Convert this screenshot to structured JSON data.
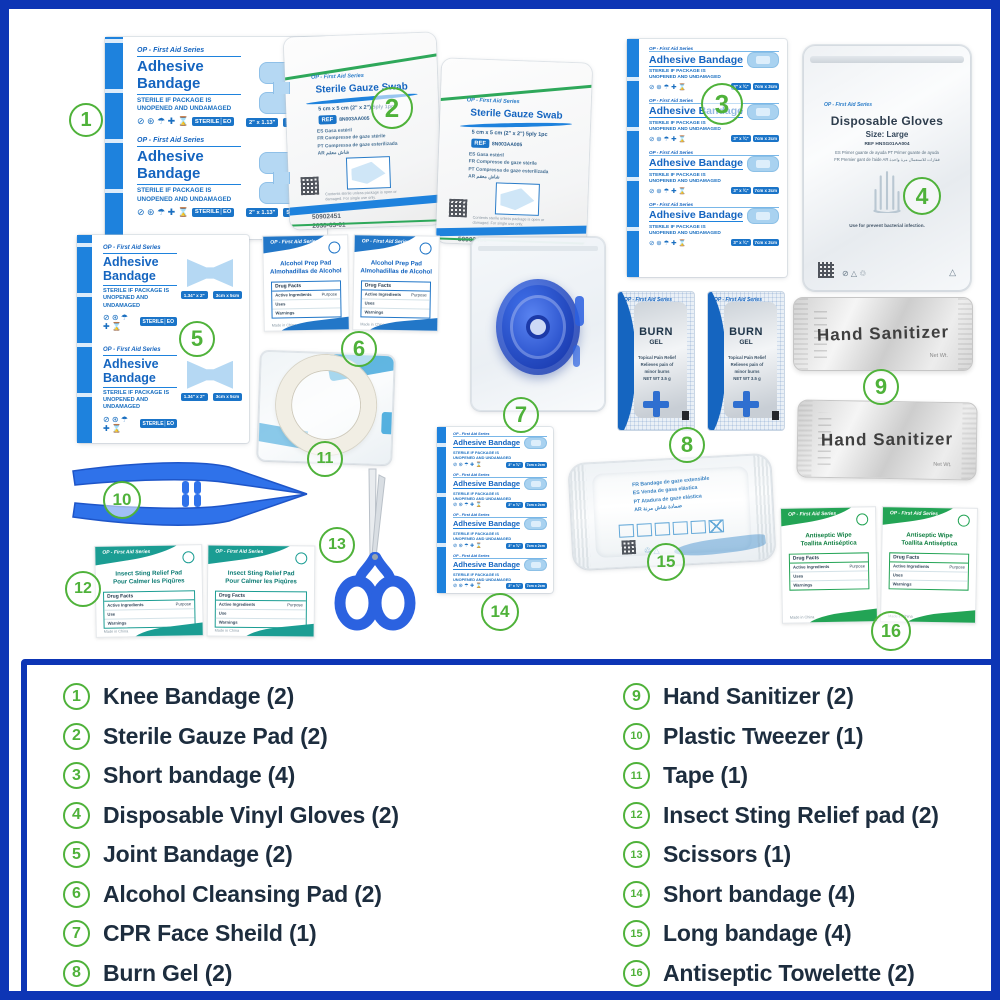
{
  "colors": {
    "brand_blue": "#0d35b5",
    "accent_green": "#4fb23a",
    "pkg_blue": "#1e82dd",
    "title_blue": "#1565c0",
    "text_navy": "#1d2d3e",
    "teal": "#1b9d93",
    "wipe_green": "#23a455",
    "scissor_blue": "#2b62e0"
  },
  "markers": [
    "1",
    "2",
    "3",
    "4",
    "5",
    "6",
    "7",
    "8",
    "9",
    "10",
    "11",
    "12",
    "13",
    "14",
    "15",
    "16"
  ],
  "legend": {
    "items": [
      {
        "num": "1",
        "label": "Knee Bandage (2)"
      },
      {
        "num": "2",
        "label": "Sterile Gauze Pad (2)"
      },
      {
        "num": "3",
        "label": "Short bandage (4)"
      },
      {
        "num": "4",
        "label": "Disposable Vinyl Gloves (2)"
      },
      {
        "num": "5",
        "label": "Joint Bandage (2)"
      },
      {
        "num": "6",
        "label": "Alcohol Cleansing Pad (2)"
      },
      {
        "num": "7",
        "label": "CPR Face Sheild (1)"
      },
      {
        "num": "8",
        "label": "Burn Gel (2)"
      },
      {
        "num": "9",
        "label": "Hand Sanitizer (2)"
      },
      {
        "num": "10",
        "label": "Plastic Tweezer (1)"
      },
      {
        "num": "11",
        "label": "Tape (1)"
      },
      {
        "num": "12",
        "label": "Insect Sting Relief pad (2)"
      },
      {
        "num": "13",
        "label": "Scissors (1)"
      },
      {
        "num": "14",
        "label": "Short bandage (4)"
      },
      {
        "num": "15",
        "label": "Long bandage (4)"
      },
      {
        "num": "16",
        "label": "Antiseptic Towelette (2)"
      }
    ]
  },
  "packages": {
    "brand": "OP - First Aid Series",
    "adhesive": {
      "title": "Adhesive Bandage",
      "sterile1": "STERILE IF PACKAGE IS",
      "sterile2": "UNOPENED AND UNDAMAGED",
      "symbols": "⊘ ⊛ ☂ ✚ ⌛",
      "sterile_chip": "STERILE│EO",
      "knee_in": "2\" x 1.13\"",
      "knee_cm": "5cm x 3cm",
      "short_in": "3\" x ¾\"",
      "short_cm": "7cm x 2cm",
      "joint_in": "1.34\" x 2\"",
      "joint_cm": "3cm x 5cm"
    },
    "gauze": {
      "title": "Sterile Gauze Swab",
      "size": "5 cm x 5 cm (2\" x 2\")  5ply  1pc",
      "ref": "REF",
      "ref_code": "8N003AA005",
      "lang1": "ES   Gasa estéril",
      "lang2": "FR   Compresse de gaze stérile",
      "lang3": "PT   Compressa de gaze esterilizada",
      "lang4": "AR   شاش معقم",
      "note": "Contents sterile unless package is open or damaged. For single use only.",
      "lot": "50902451",
      "exp": "2030-03-01"
    },
    "gloves": {
      "title": "Disposable Gloves",
      "size": "Size: Large",
      "ref": "REF  HNSG01AA004",
      "lang1": "ES  Primer guante de ayuda    PT  Primer guante de ayuda",
      "lang2": "FR  Premier gant de l'aide    AR  قفازات للاستعمال مرة واحدة",
      "note": "Use for prevent bacterial infection.",
      "symbols": "⊘ △ ♲"
    },
    "alcohol": {
      "title1": "Alcohol Prep Pad",
      "title2": "Almohadillas de Alcohol",
      "drug_facts": "Drug Facts",
      "active": "Active Ingredients",
      "purpose": "Purpose",
      "uses": "Uses",
      "warnings": "Warnings",
      "made": "Made in China"
    },
    "burn": {
      "title": "BURN",
      "subtitle": "GEL",
      "line1": "Topical Pain Relief",
      "line2": "Relieves pain of",
      "line3": "minor burns",
      "net": "NET WT 3.5 g"
    },
    "sanitizer": {
      "title": "Hand Sanitizer",
      "net": "Net Wt."
    },
    "insect": {
      "title1": "Insect Sting Relief Pad",
      "title2": "Pour Calmer les Piqûres",
      "drug_facts": "Drug Facts",
      "active": "Active Ingredients",
      "purpose": "Purpose",
      "uses": "Use",
      "warnings": "Warnings",
      "made": "Made in China"
    },
    "antiseptic": {
      "title1": "Antiseptic Wipe",
      "title2": "Toallita Antiséptica",
      "drug_facts": "Drug Facts",
      "active": "Active Ingredients",
      "purpose": "Purpose",
      "uses": "Uses",
      "warnings": "Warnings",
      "made": "Made in China"
    },
    "longbandage": {
      "lang1": "FR  Bandage de gaze extensible",
      "lang2": "ES  Venda de gasa elástica",
      "lang3": "PT  Atadura de gaze elástica",
      "lang4": "AR  ضمادة شاش مرنة",
      "symbols": "♲ △"
    }
  }
}
